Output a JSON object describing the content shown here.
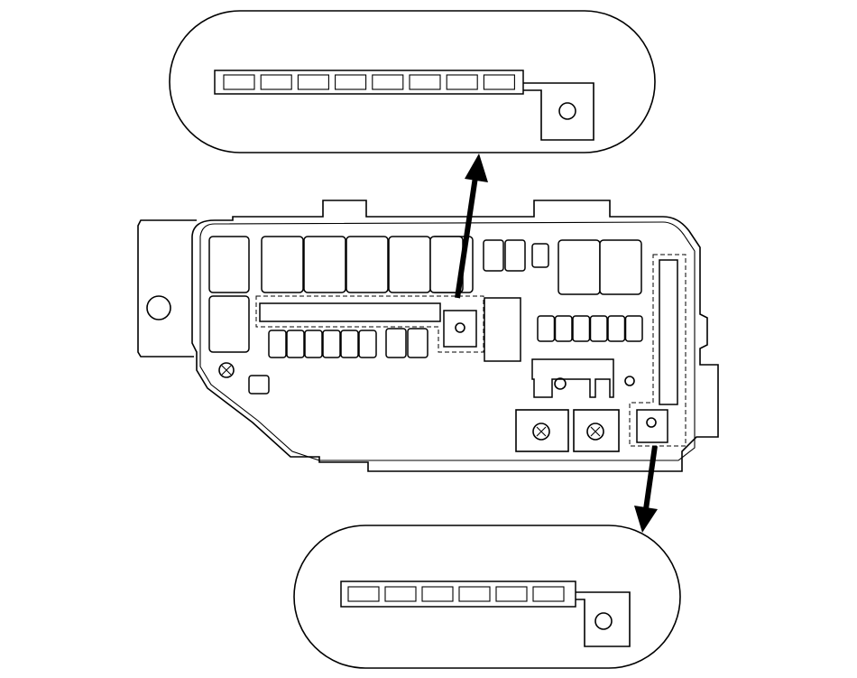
{
  "diagram": {
    "type": "fuse-box-location-diagram",
    "colors": {
      "line": "#000000",
      "background": "#ffffff"
    },
    "components": [
      {
        "id": "fuse-box",
        "name": "under-hood-fuse-relay-box"
      },
      {
        "id": "top-callout",
        "name": "top-detail-terminal-strip",
        "slot_count": 8
      },
      {
        "id": "bottom-callout",
        "name": "bottom-detail-terminal-strip",
        "slot_count": 6
      }
    ],
    "arrows": [
      {
        "from": "fuse-box",
        "to": "top-callout"
      },
      {
        "from": "fuse-box",
        "to": "bottom-callout"
      }
    ]
  }
}
